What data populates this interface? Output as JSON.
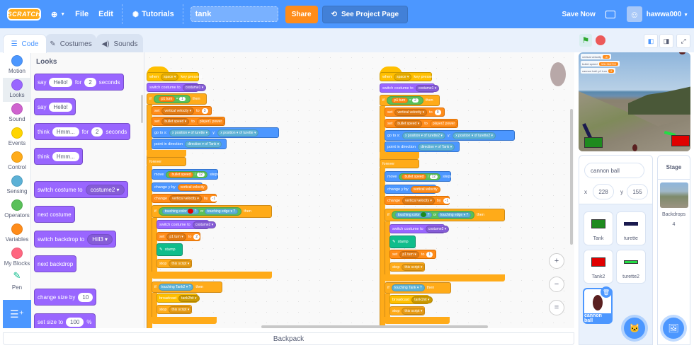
{
  "menubar": {
    "logo": "SCRATCH",
    "file": "File",
    "edit": "Edit",
    "tutorials": "Tutorials",
    "project_title": "tank",
    "share": "Share",
    "see_project_page": "See Project Page",
    "save_now": "Save Now",
    "username": "hawwa000"
  },
  "tabs": [
    {
      "label": "Code"
    },
    {
      "label": "Costumes"
    },
    {
      "label": "Sounds"
    }
  ],
  "categories": [
    {
      "label": "Motion",
      "color": "#4c97ff"
    },
    {
      "label": "Looks",
      "color": "#9966ff"
    },
    {
      "label": "Sound",
      "color": "#cf63cf"
    },
    {
      "label": "Events",
      "color": "#ffd500"
    },
    {
      "label": "Control",
      "color": "#ffab19"
    },
    {
      "label": "Sensing",
      "color": "#5cb1d6"
    },
    {
      "label": "Operators",
      "color": "#59c059"
    },
    {
      "label": "Variables",
      "color": "#ff8c1a"
    },
    {
      "label": "My Blocks",
      "color": "#ff6680"
    },
    {
      "label": "Pen",
      "color": "#0fbd8c"
    }
  ],
  "palette": {
    "title": "Looks",
    "blocks": [
      {
        "text": "say",
        "a": "Hello!",
        "b": "for",
        "c": "2",
        "d": "seconds"
      },
      {
        "text": "say",
        "a": "Hello!"
      },
      {
        "text": "think",
        "a": "Hmm...",
        "b": "for",
        "c": "2",
        "d": "seconds"
      },
      {
        "text": "think",
        "a": "Hmm..."
      },
      {
        "text": "switch costume to",
        "dd": "costume2"
      },
      {
        "text": "next costume"
      },
      {
        "text": "switch backdrop to",
        "dd": "Hill3"
      },
      {
        "text": "next backdrop"
      },
      {
        "text": "change size by",
        "a": "10"
      },
      {
        "text": "set size to",
        "a": "100",
        "b": "%"
      }
    ]
  },
  "script1": {
    "hat": {
      "when": "when",
      "key": "space",
      "pressed": "key pressed"
    },
    "switch_costume": {
      "t": "switch costume to",
      "v": "costume1"
    },
    "if1": {
      "if": "if",
      "var": "p1 turn",
      "eq": "=",
      "val": "1",
      "then": "then"
    },
    "set1": {
      "t": "set",
      "var": "vertical velocity",
      "to": "to",
      "val": "3"
    },
    "set2": {
      "t": "set",
      "var": "bullet speed",
      "to": "to",
      "val": "player1 power"
    },
    "goto": {
      "t": "go to x:",
      "a": "x position",
      "of": "of",
      "b": "turette",
      "y": "y:",
      "c": "x position",
      "d": "turette"
    },
    "point": {
      "t": "point in direction",
      "a": "direction",
      "of": "of",
      "b": "Tank"
    },
    "forever": "forever",
    "move": {
      "t": "move",
      "a": "bullet speed",
      "op": "/",
      "b": "12",
      "steps": "steps"
    },
    "changey": {
      "t": "change y by",
      "a": "vertical velocity"
    },
    "change": {
      "t": "change",
      "a": "vertical velocity",
      "by": "by",
      "b": "-1"
    },
    "if2": {
      "if": "if",
      "tc": "touching color",
      "color": "#e00000",
      "q": "?",
      "or": "or",
      "touching": "touching",
      "edge": "edge",
      "q2": "?",
      "then": "then"
    },
    "switch2": {
      "t": "switch costume to",
      "v": "costume2"
    },
    "set3": {
      "t": "set",
      "var": "p1 turn",
      "to": "to",
      "val": "2"
    },
    "stamp": "stamp",
    "stop1": {
      "t": "stop",
      "v": "this script"
    },
    "if3": {
      "if": "if",
      "touching": "touching",
      "v": "Tank2",
      "q": "?",
      "then": "then"
    },
    "broadcast": {
      "t": "broadcast",
      "v": "tank2hit"
    },
    "stop2": {
      "t": "stop",
      "v": "this script"
    }
  },
  "script2": {
    "hat": {
      "when": "when",
      "key": "space",
      "pressed": "key pressed"
    },
    "switch_costume": {
      "t": "switch costume to",
      "v": "costume1"
    },
    "if1": {
      "if": "if",
      "var": "p1 turn",
      "eq": "=",
      "val": "2",
      "then": "then"
    },
    "set1": {
      "t": "set",
      "var": "vertical velocity",
      "to": "to",
      "val": "0"
    },
    "set2": {
      "t": "set",
      "var": "bullet speed",
      "to": "to",
      "val": "player2 power"
    },
    "goto": {
      "t": "go to x:",
      "a": "x position",
      "of": "of",
      "b": "turette2",
      "y": "y:",
      "c": "x position",
      "d": "turette2"
    },
    "point": {
      "t": "point in direction",
      "a": "direction",
      "of": "of",
      "b": "Tank"
    },
    "forever": "forever",
    "move": {
      "t": "move",
      "a": "bullet speed",
      "op": "/",
      "b": "12",
      "steps": "steps"
    },
    "changey": {
      "t": "change y by",
      "a": "vertical velocity"
    },
    "change": {
      "t": "change",
      "a": "vertical velocity",
      "by": "by",
      "b": "-1"
    },
    "if2": {
      "if": "if",
      "tc": "touching color",
      "color": "#1e8a1e",
      "q": "?",
      "or": "or",
      "touching": "touching",
      "edge": "edge",
      "q2": "?",
      "then": "then"
    },
    "switch2": {
      "t": "switch costume to",
      "v": "costume2"
    },
    "stamp": "stamp",
    "set3": {
      "t": "set",
      "var": "p1 turn",
      "to": "to",
      "val": "1"
    },
    "stop1": {
      "t": "stop",
      "v": "this script"
    },
    "if3": {
      "if": "if",
      "touching": "touching",
      "v": "Tank",
      "q": "?",
      "then": "then"
    },
    "broadcast": {
      "t": "broadcast",
      "v": "tank1hit"
    },
    "stop2": {
      "t": "stop",
      "v": "this script"
    }
  },
  "workspace": {
    "zoom_in": "+",
    "zoom_out": "−",
    "reset": "="
  },
  "backpack": "Backpack",
  "stage": {
    "monitors": [
      {
        "label": "vertical velocity",
        "value": "-6"
      },
      {
        "label": "bullet speed",
        "value": "326.360703"
      },
      {
        "label": "cannon ball: p1 turn",
        "value": "2"
      }
    ]
  },
  "sprite_info": {
    "name": "cannon ball",
    "x_label": "x",
    "x": "228",
    "y_label": "y",
    "y": "155"
  },
  "sprites": [
    {
      "name": "Tank",
      "color": "#1e8a1e"
    },
    {
      "name": "turette",
      "color": "#1a1a4e"
    },
    {
      "name": "Tank2",
      "color": "#e00000"
    },
    {
      "name": "turette2",
      "color": "#22dd44"
    },
    {
      "name": "cannon ball",
      "color": "#5a2020"
    }
  ],
  "stage_panel": {
    "title": "Stage",
    "backdrops_label": "Backdrops",
    "backdrops_count": "4"
  }
}
